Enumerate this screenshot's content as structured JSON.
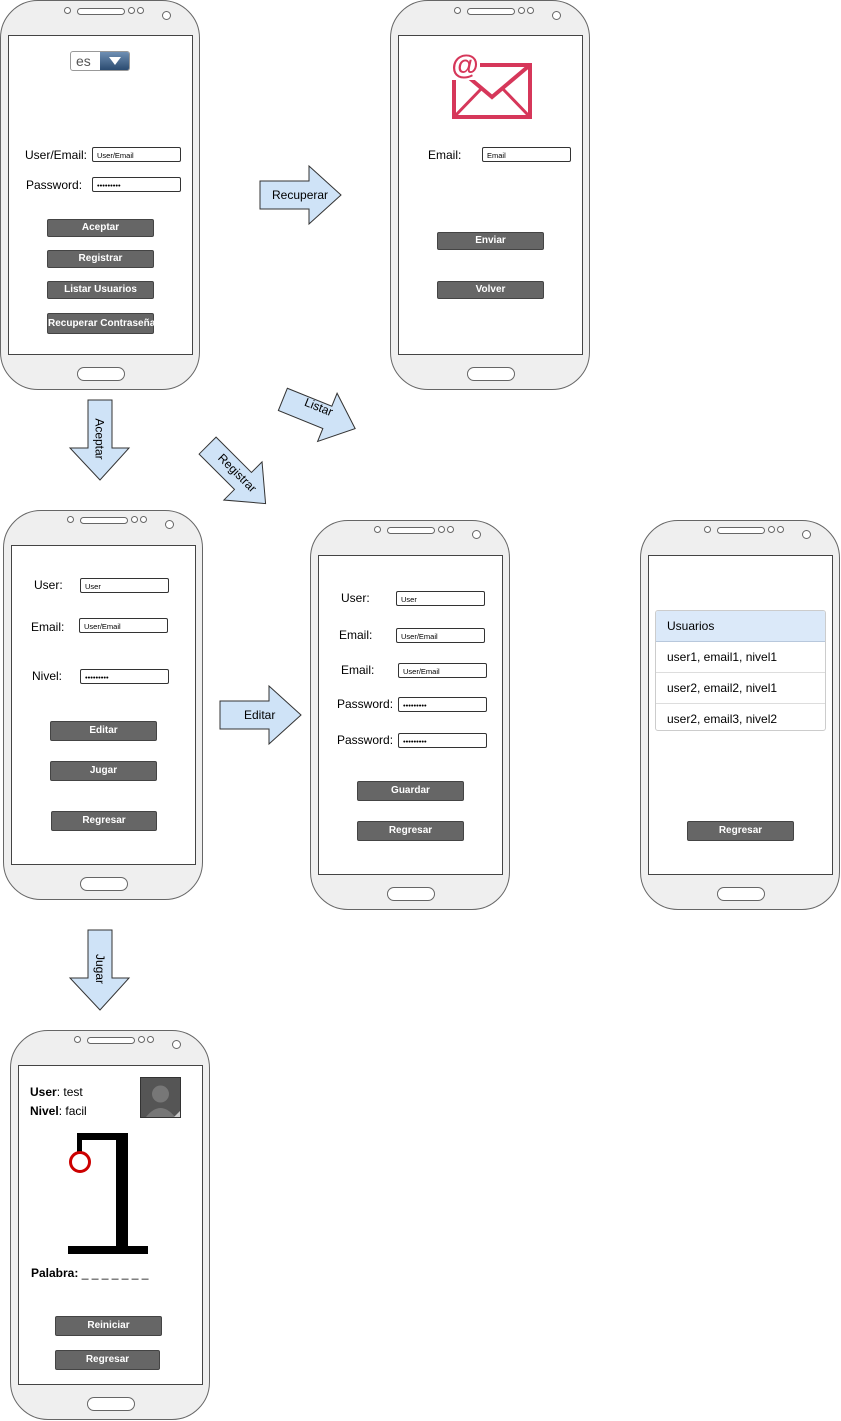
{
  "colors": {
    "arrow_fill": "#cfe3f7",
    "arrow_stroke": "#333333",
    "button": "#666666",
    "email_icon": "#d6375a",
    "noose": "#cc0000"
  },
  "login": {
    "lang": "es",
    "user_label": "User/Email:",
    "user_value": "User/Email",
    "password_label": "Password:",
    "password_value": "•••••••••",
    "buttons": [
      "Aceptar",
      "Registrar",
      "Listar Usuarios",
      "Recuperar Contraseña"
    ]
  },
  "recover": {
    "email_label": "Email:",
    "email_value": "Email",
    "send_label": "Enviar",
    "back_label": "Volver"
  },
  "profile": {
    "user_label": "User:",
    "user_value": "User",
    "email_label": "Email:",
    "email_value": "User/Email",
    "level_label": "Nivel:",
    "level_value": "•••••••••",
    "buttons": [
      "Editar",
      "Jugar",
      "Regresar"
    ]
  },
  "register": {
    "user_label": "User:",
    "user_value": "User",
    "email_label": "Email:",
    "email_value": "User/Email",
    "email2_label": "Email:",
    "email2_value": "User/Email",
    "password_label": "Password:",
    "password_value": "•••••••••",
    "password2_label": "Password:",
    "password2_value": "•••••••••",
    "save_label": "Guardar",
    "back_label": "Regresar"
  },
  "users": {
    "header": "Usuarios",
    "items": [
      "user1, email1, nivel1",
      "user2, email2, nivel1",
      "user2, email3, nivel2"
    ],
    "back_label": "Regresar"
  },
  "game": {
    "user_key": "User",
    "user_value": ": test",
    "level_key": "Nivel",
    "level_value": ": facil",
    "word_key": "Palabra:",
    "word_value": "_ _ _ _ _ _ _",
    "restart_label": "Reiniciar",
    "back_label": "Regresar"
  },
  "arrows": {
    "recuperar": "Recuperar",
    "aceptar": "Aceptar",
    "listar": "Listar",
    "registrar": "Registrar",
    "editar": "Editar",
    "jugar": "Jugar"
  }
}
